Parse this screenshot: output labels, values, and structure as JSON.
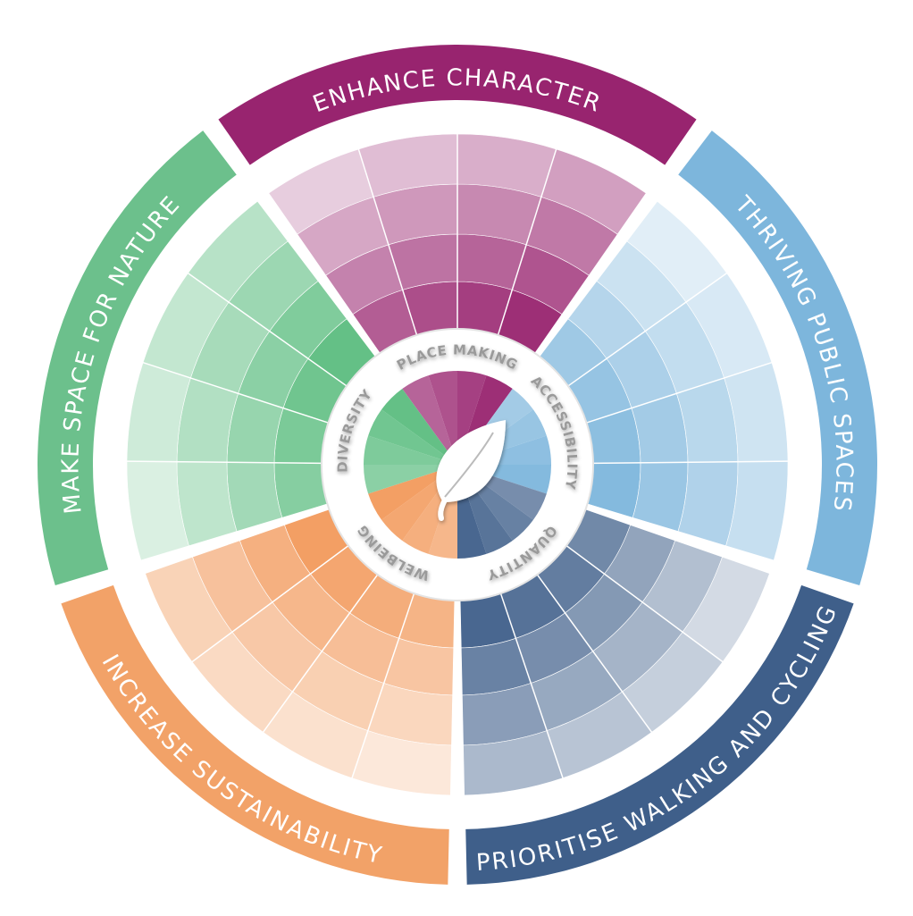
{
  "center_label_icon": "leaf-icon",
  "sectors": [
    {
      "theme": "ENHANCE CHARACTER",
      "label": "PLACE MAKING",
      "color": "#98246f",
      "band_color": "#98246f"
    },
    {
      "theme": "THRIVING PUBLIC SPACES",
      "label": "ACCESSIBILITY",
      "color": "#7db6dc",
      "band_color": "#7db6dc"
    },
    {
      "theme": "PRIORITISE WALKING AND CYCLING",
      "label": "QUANTITY",
      "color": "#3f5f8a",
      "band_color": "#3f5f8a"
    },
    {
      "theme": "INCREASE SUSTAINABILITY",
      "label": "WELBEING",
      "color": "#f29a5c",
      "band_color": "#f2a268"
    },
    {
      "theme": "MAKE SPACE FOR NATURE",
      "label": "DIVERSITY",
      "color": "#5cbd80",
      "band_color": "#6cc08c"
    }
  ]
}
